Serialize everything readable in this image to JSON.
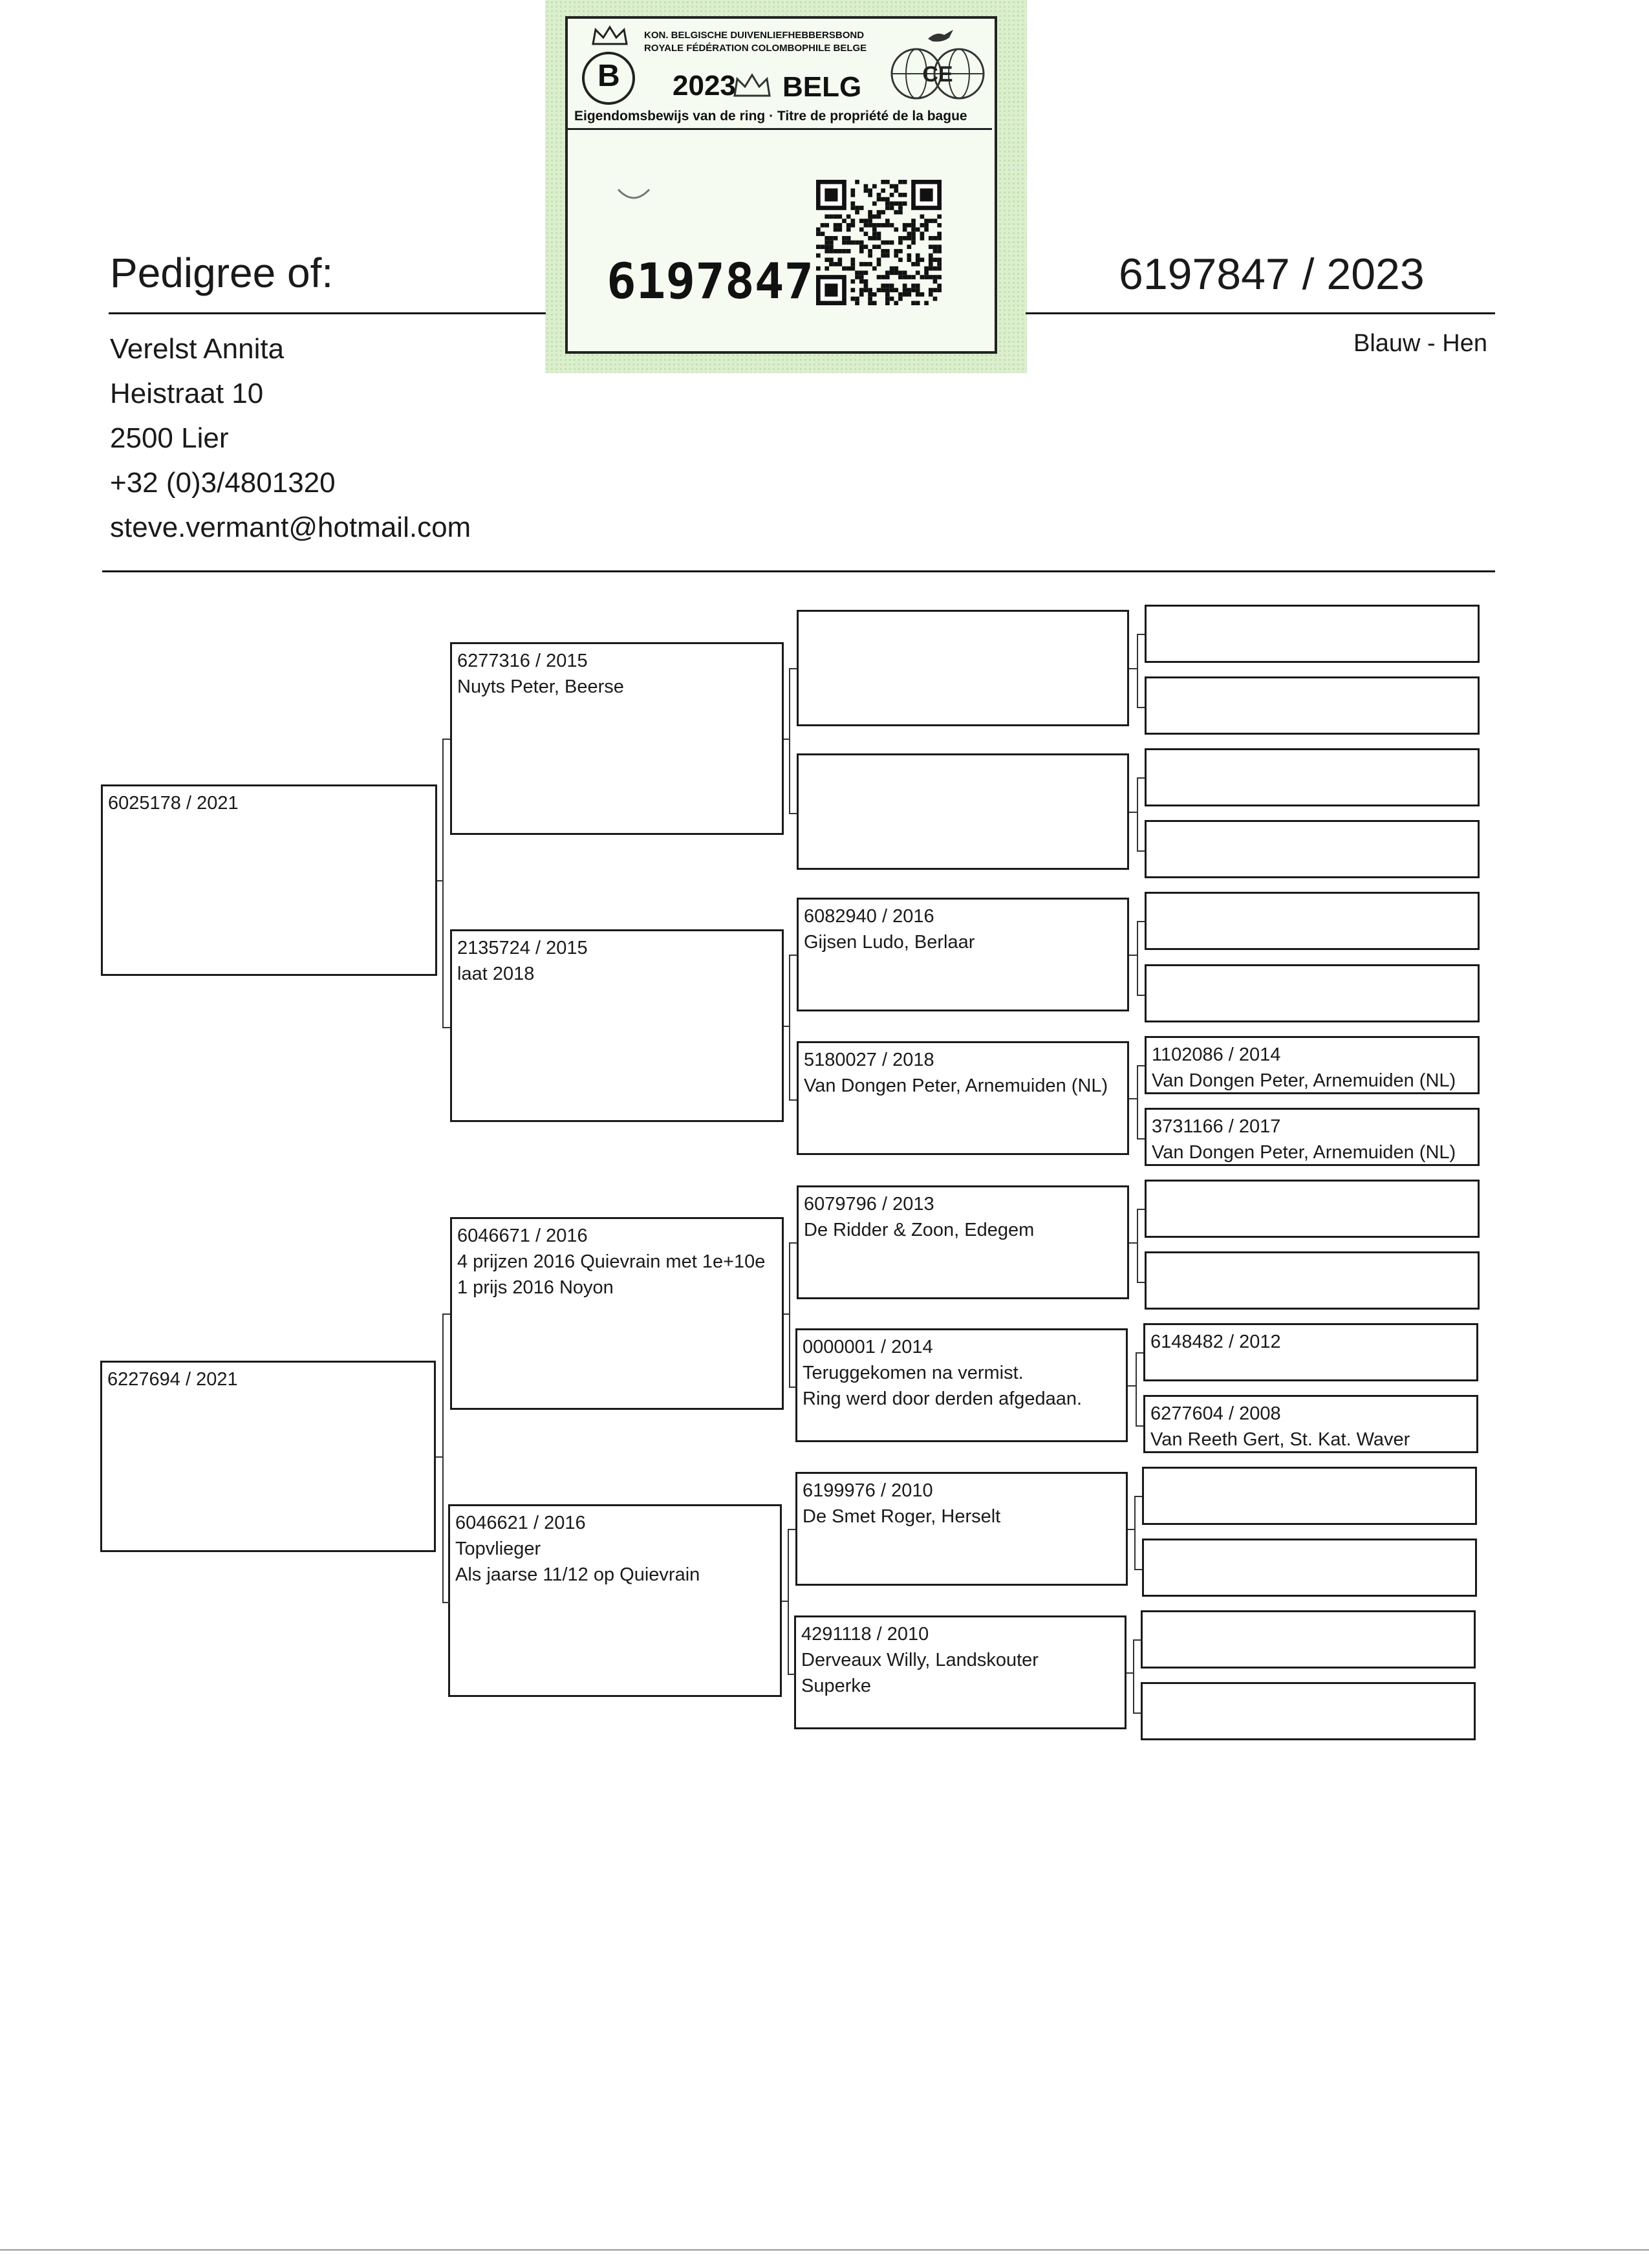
{
  "header": {
    "title": "Pedigree of:",
    "ring": "6197847 / 2023",
    "color_sex": "Blauw - Hen"
  },
  "owner": {
    "name": "Verelst Annita",
    "street": "Heistraat 10",
    "city": "2500 Lier",
    "phone": "+32 (0)3/4801320",
    "email": "steve.vermant@hotmail.com"
  },
  "certificate": {
    "org_nl": "KON. BELGISCHE DUIVENLIEFHEBBERSBOND",
    "org_fr": "ROYALE FÉDÉRATION COLOMBOPHILE BELGE",
    "year": "2023",
    "country": "BELG",
    "subtitle": "Eigendomsbewijs van de ring · Titre de propriété de la bague",
    "ring_number": "6197847",
    "logo_letter": "B",
    "globe_text": "CE"
  },
  "pedigree": {
    "sire": {
      "lines": [
        "6025178 / 2021"
      ]
    },
    "dam": {
      "lines": [
        "6227694 / 2021"
      ]
    },
    "ss": {
      "lines": [
        "6277316 / 2015",
        "Nuyts Peter, Beerse"
      ]
    },
    "sd": {
      "lines": [
        "2135724 / 2015",
        "laat 2018"
      ]
    },
    "ds": {
      "lines": [
        "6046671 / 2016",
        "4 prijzen 2016 Quievrain met 1e+10e",
        "1 prijs 2016 Noyon"
      ]
    },
    "dd": {
      "lines": [
        "6046621 / 2016",
        "Topvlieger",
        "Als jaarse 11/12 op Quievrain"
      ]
    },
    "sss": {
      "lines": []
    },
    "ssd": {
      "lines": []
    },
    "sds": {
      "lines": [
        "6082940 / 2016",
        "Gijsen Ludo, Berlaar"
      ]
    },
    "sdd": {
      "lines": [
        "5180027 / 2018",
        "Van Dongen Peter, Arnemuiden (NL)"
      ]
    },
    "dss": {
      "lines": [
        "6079796 / 2013",
        "De Ridder & Zoon, Edegem"
      ]
    },
    "dsd": {
      "lines": [
        "0000001 / 2014",
        "Teruggekomen na vermist.",
        "Ring werd door derden afgedaan."
      ]
    },
    "dds": {
      "lines": [
        "6199976 / 2010",
        "De Smet Roger, Herselt"
      ]
    },
    "ddd": {
      "lines": [
        "4291118 / 2010",
        "Derveaux Willy, Landskouter",
        "Superke"
      ]
    },
    "g5_1": {
      "lines": []
    },
    "g5_2": {
      "lines": []
    },
    "g5_3": {
      "lines": []
    },
    "g5_4": {
      "lines": []
    },
    "g5_5": {
      "lines": []
    },
    "g5_6": {
      "lines": []
    },
    "g5_7": {
      "lines": [
        "1102086 / 2014",
        "Van Dongen Peter, Arnemuiden (NL)"
      ]
    },
    "g5_8": {
      "lines": [
        "3731166 / 2017",
        "Van Dongen Peter, Arnemuiden (NL)"
      ]
    },
    "g5_9": {
      "lines": []
    },
    "g5_10": {
      "lines": []
    },
    "g5_11": {
      "lines": [
        "6148482 / 2012"
      ]
    },
    "g5_12": {
      "lines": [
        "6277604 / 2008",
        "Van Reeth Gert, St. Kat. Waver"
      ]
    },
    "g5_13": {
      "lines": []
    },
    "g5_14": {
      "lines": []
    },
    "g5_15": {
      "lines": []
    },
    "g5_16": {
      "lines": []
    }
  }
}
